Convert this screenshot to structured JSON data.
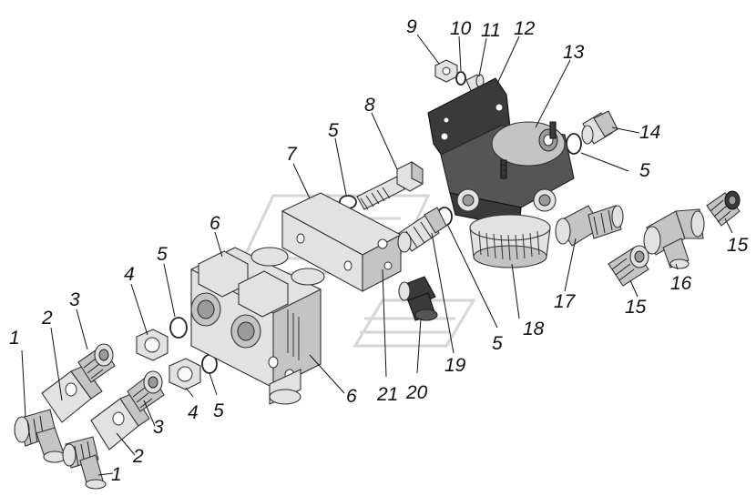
{
  "callouts": [
    {
      "id": "c1a",
      "text": "1"
    },
    {
      "id": "c1b",
      "text": "1"
    },
    {
      "id": "c2a",
      "text": "2"
    },
    {
      "id": "c2b",
      "text": "2"
    },
    {
      "id": "c3a",
      "text": "3"
    },
    {
      "id": "c3b",
      "text": "3"
    },
    {
      "id": "c4a",
      "text": "4"
    },
    {
      "id": "c4b",
      "text": "4"
    },
    {
      "id": "c5a",
      "text": "5"
    },
    {
      "id": "c5b",
      "text": "5"
    },
    {
      "id": "c5c",
      "text": "5"
    },
    {
      "id": "c5d",
      "text": "5"
    },
    {
      "id": "c5e",
      "text": "5"
    },
    {
      "id": "c6a",
      "text": "6"
    },
    {
      "id": "c6b",
      "text": "6"
    },
    {
      "id": "c7",
      "text": "7"
    },
    {
      "id": "c8",
      "text": "8"
    },
    {
      "id": "c9",
      "text": "9"
    },
    {
      "id": "c10",
      "text": "10"
    },
    {
      "id": "c11",
      "text": "11"
    },
    {
      "id": "c12",
      "text": "12"
    },
    {
      "id": "c13",
      "text": "13"
    },
    {
      "id": "c14",
      "text": "14"
    },
    {
      "id": "c15a",
      "text": "15"
    },
    {
      "id": "c15b",
      "text": "15"
    },
    {
      "id": "c16",
      "text": "16"
    },
    {
      "id": "c17",
      "text": "17"
    },
    {
      "id": "c18",
      "text": "18"
    },
    {
      "id": "c19",
      "text": "19"
    },
    {
      "id": "c20",
      "text": "20"
    },
    {
      "id": "c21",
      "text": "21"
    }
  ]
}
